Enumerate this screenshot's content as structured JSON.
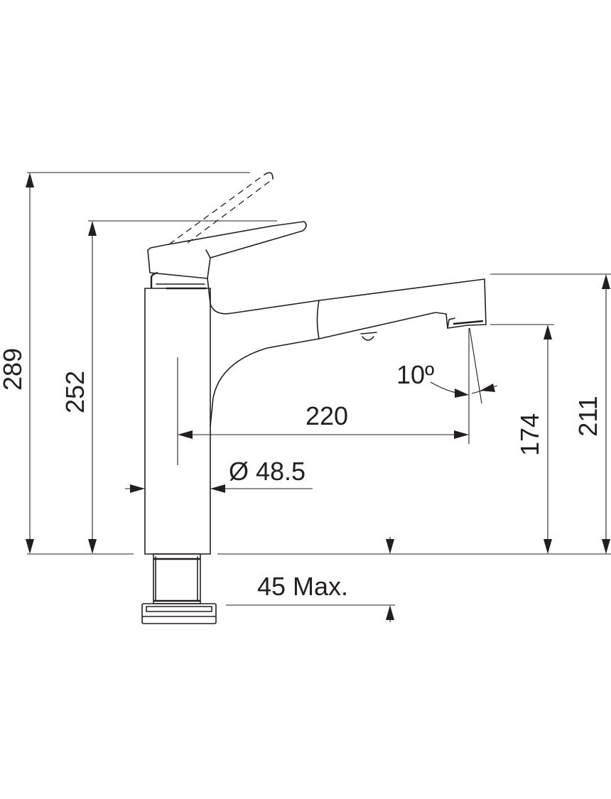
{
  "dimensions": {
    "overall_height": "289",
    "lever_height": "252",
    "spout_top_height": "211",
    "spout_outlet_height": "174",
    "spout_reach": "220",
    "body_diameter": "Ø 48.5",
    "max_counter_thickness": "45 Max.",
    "spray_angle": "10º"
  },
  "colors": {
    "line": "#231f20",
    "background": "#ffffff"
  }
}
